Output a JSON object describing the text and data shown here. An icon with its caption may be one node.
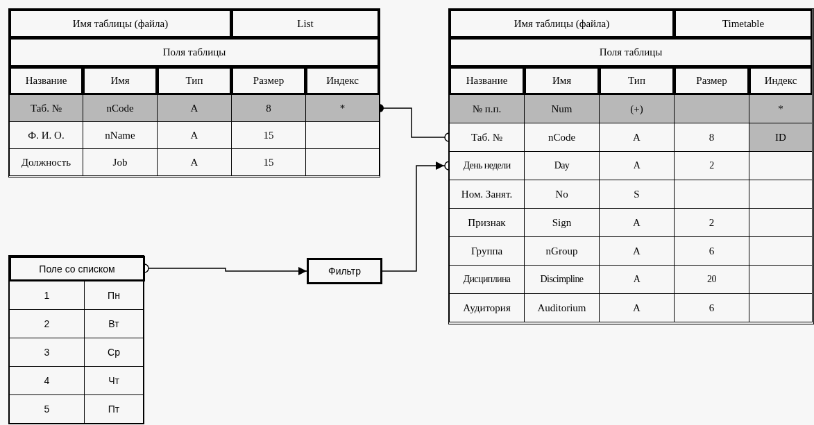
{
  "diagram": {
    "nodes": [
      {
        "text": [
          "Имя таблицы (файла)",
          "List",
          "Поля таблицы",
          "Название",
          "Имя",
          "Тип",
          "Размер",
          "Индекс"
        ]
      },
      {
        "text": [
          "Таб. №",
          "nCode",
          "A",
          "8",
          "*"
        ],
        "in": 0
      },
      {
        "text": [
          "Ф. И. О.",
          "nName",
          "A",
          "15"
        ],
        "in": 0
      },
      {
        "text": [
          "Должность",
          "Job",
          "A",
          "15"
        ],
        "in": 0
      },
      {
        "text": [
          "Имя таблицы (файла)",
          "Timetable",
          "Поля таблицы",
          "Название",
          "Имя",
          "Тип",
          "Размер",
          "Индекс"
        ]
      },
      {
        "text": [
          "№ п.п.",
          "Num",
          "(+)",
          "*"
        ],
        "in": 4
      },
      {
        "text": [
          "Таб. №",
          "nCode",
          "A",
          "8",
          "ID"
        ],
        "in": 4
      },
      {
        "text": [
          "День недели",
          "Day",
          "A",
          "2"
        ],
        "in": 4
      },
      {
        "text": [
          "Ном. Занят.",
          "No",
          "S"
        ],
        "in": 4
      },
      {
        "text": [
          "Признак",
          "Sign",
          "A",
          "2"
        ],
        "in": 4
      },
      {
        "text": [
          "Группа",
          "nGroup",
          "A",
          "6"
        ],
        "in": 4
      },
      {
        "text": [
          "Дисциплина",
          "Discimpline",
          "A",
          "20"
        ],
        "in": 4
      },
      {
        "text": [
          "Аудитория",
          "Auditorium",
          "A",
          "6"
        ],
        "in": 4
      },
      {
        "text": [
          "Поле со списком"
        ]
      },
      {
        "text": [
          "1",
          "Пн"
        ],
        "in": 13
      },
      {
        "text": [
          "2",
          "Вт"
        ],
        "in": 13
      },
      {
        "text": [
          "3",
          "Ср"
        ],
        "in": 13
      },
      {
        "text": [
          "4",
          "Чт"
        ],
        "in": 13
      },
      {
        "text": [
          "5",
          "Пт"
        ],
        "in": 13
      },
      {
        "text": [
          "Фильтр"
        ]
      }
    ],
    "edges": [
      {
        "from": 1,
        "to": 6,
        "arrow": "other"
      },
      {
        "from": 13,
        "to": 19,
        "arrow": "to"
      },
      {
        "from": 19,
        "to": 7,
        "arrow": "to"
      }
    ]
  }
}
